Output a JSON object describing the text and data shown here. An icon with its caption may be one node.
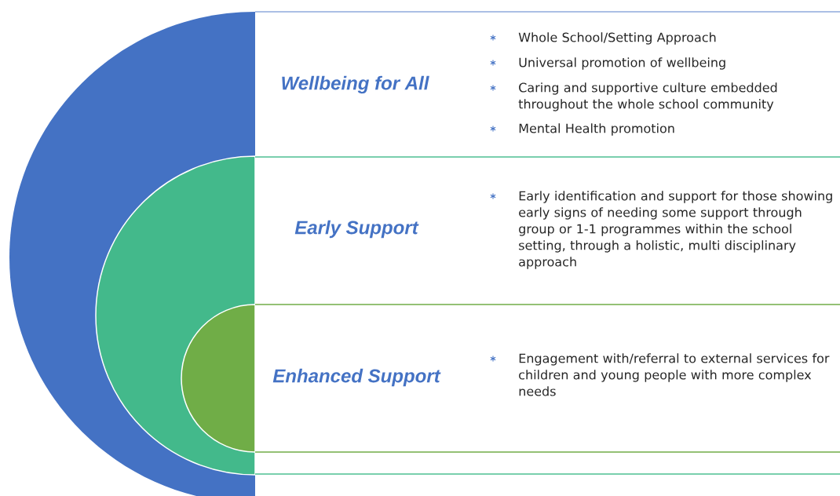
{
  "diagram": {
    "nodes": [
      {
        "text": [
          "Wellbeing for All",
          "Whole School/Setting Approach",
          "Universal promotion of wellbeing",
          "Caring and supportive culture embedded throughout the whole school community",
          "Mental Health promotion"
        ]
      },
      {
        "text": [
          "Early Support",
          "Early identification and support for those showing early signs of needing some support through group or 1-1 programmes within the school setting, through a holistic, multi disciplinary approach"
        ],
        "in": 0
      },
      {
        "text": [
          "Enhanced Support",
          "Engagement with/referral to external services for children and young people with more complex needs"
        ],
        "in": 1
      }
    ]
  }
}
